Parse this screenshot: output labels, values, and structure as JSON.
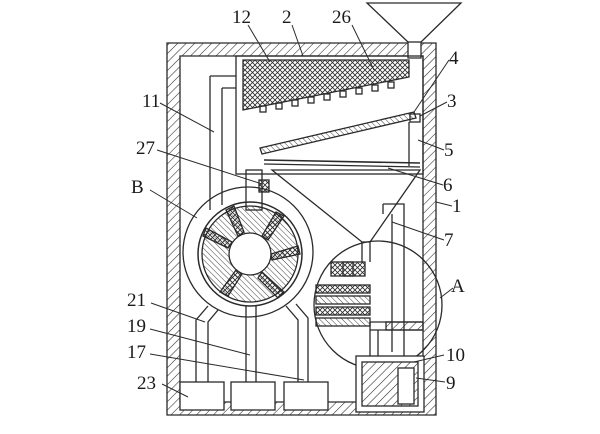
{
  "labels": {
    "l12": "12",
    "l2": "2",
    "l26": "26",
    "l4": "4",
    "l3": "3",
    "l11": "11",
    "l27": "27",
    "l5": "5",
    "l6": "6",
    "lB": "B",
    "l1": "1",
    "l7": "7",
    "lA": "A",
    "l21": "21",
    "l19": "19",
    "l17": "17",
    "l10": "10",
    "l23": "23",
    "l9": "9"
  },
  "colors": {
    "line": "#2a2a2a",
    "paper": "#ffffff"
  }
}
